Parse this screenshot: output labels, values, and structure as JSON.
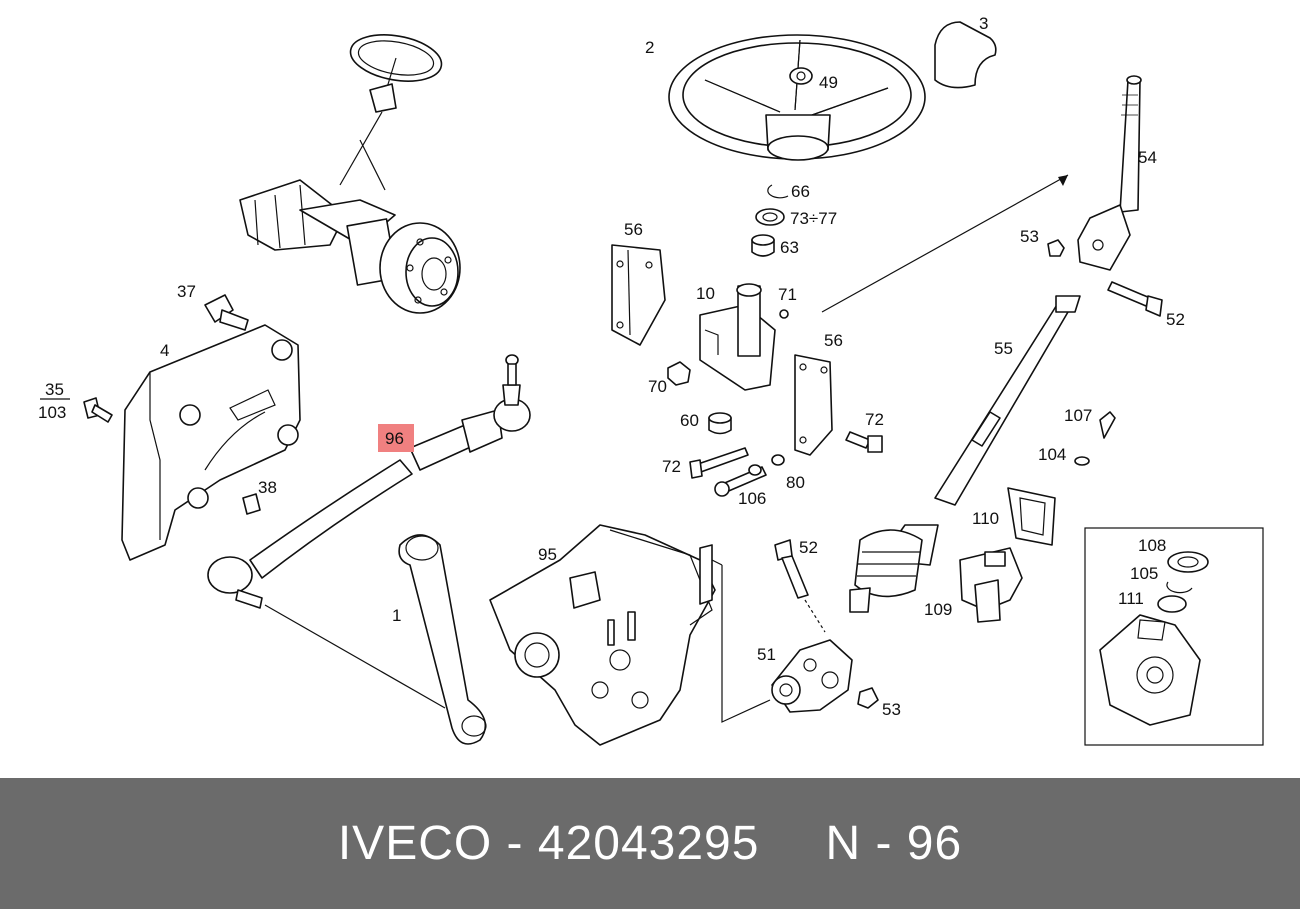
{
  "diagram": {
    "callouts": [
      {
        "id": "c2",
        "text": "2"
      },
      {
        "id": "c3",
        "text": "3"
      },
      {
        "id": "c49",
        "text": "49"
      },
      {
        "id": "c54",
        "text": "54"
      },
      {
        "id": "c66",
        "text": "66"
      },
      {
        "id": "c73",
        "text": "73÷77"
      },
      {
        "id": "c63",
        "text": "63"
      },
      {
        "id": "c56a",
        "text": "56"
      },
      {
        "id": "c53a",
        "text": "53"
      },
      {
        "id": "c52a",
        "text": "52"
      },
      {
        "id": "c10",
        "text": "10"
      },
      {
        "id": "c71",
        "text": "71"
      },
      {
        "id": "c55",
        "text": "55"
      },
      {
        "id": "c56b",
        "text": "56"
      },
      {
        "id": "c70",
        "text": "70"
      },
      {
        "id": "c72a",
        "text": "72"
      },
      {
        "id": "c60",
        "text": "60"
      },
      {
        "id": "c107",
        "text": "107"
      },
      {
        "id": "c104",
        "text": "104"
      },
      {
        "id": "c72b",
        "text": "72"
      },
      {
        "id": "c106",
        "text": "106"
      },
      {
        "id": "c80",
        "text": "80"
      },
      {
        "id": "c37",
        "text": "37"
      },
      {
        "id": "c4",
        "text": "4"
      },
      {
        "id": "c35",
        "text": "35"
      },
      {
        "id": "c103",
        "text": "103"
      },
      {
        "id": "c96",
        "text": "96"
      },
      {
        "id": "c38",
        "text": "38"
      },
      {
        "id": "c110",
        "text": "110"
      },
      {
        "id": "c95",
        "text": "95"
      },
      {
        "id": "c52b",
        "text": "52"
      },
      {
        "id": "c108",
        "text": "108"
      },
      {
        "id": "c105",
        "text": "105"
      },
      {
        "id": "c111",
        "text": "111"
      },
      {
        "id": "c109",
        "text": "109"
      },
      {
        "id": "c1",
        "text": "1"
      },
      {
        "id": "c51",
        "text": "51"
      },
      {
        "id": "c53b",
        "text": "53"
      }
    ],
    "highlight": {
      "label": "96",
      "color": "#f08080"
    }
  },
  "footer": {
    "brand_part": "IVECO - 42043295",
    "ref": "N - 96",
    "background": "#6b6b6b",
    "text_color": "#ffffff"
  }
}
